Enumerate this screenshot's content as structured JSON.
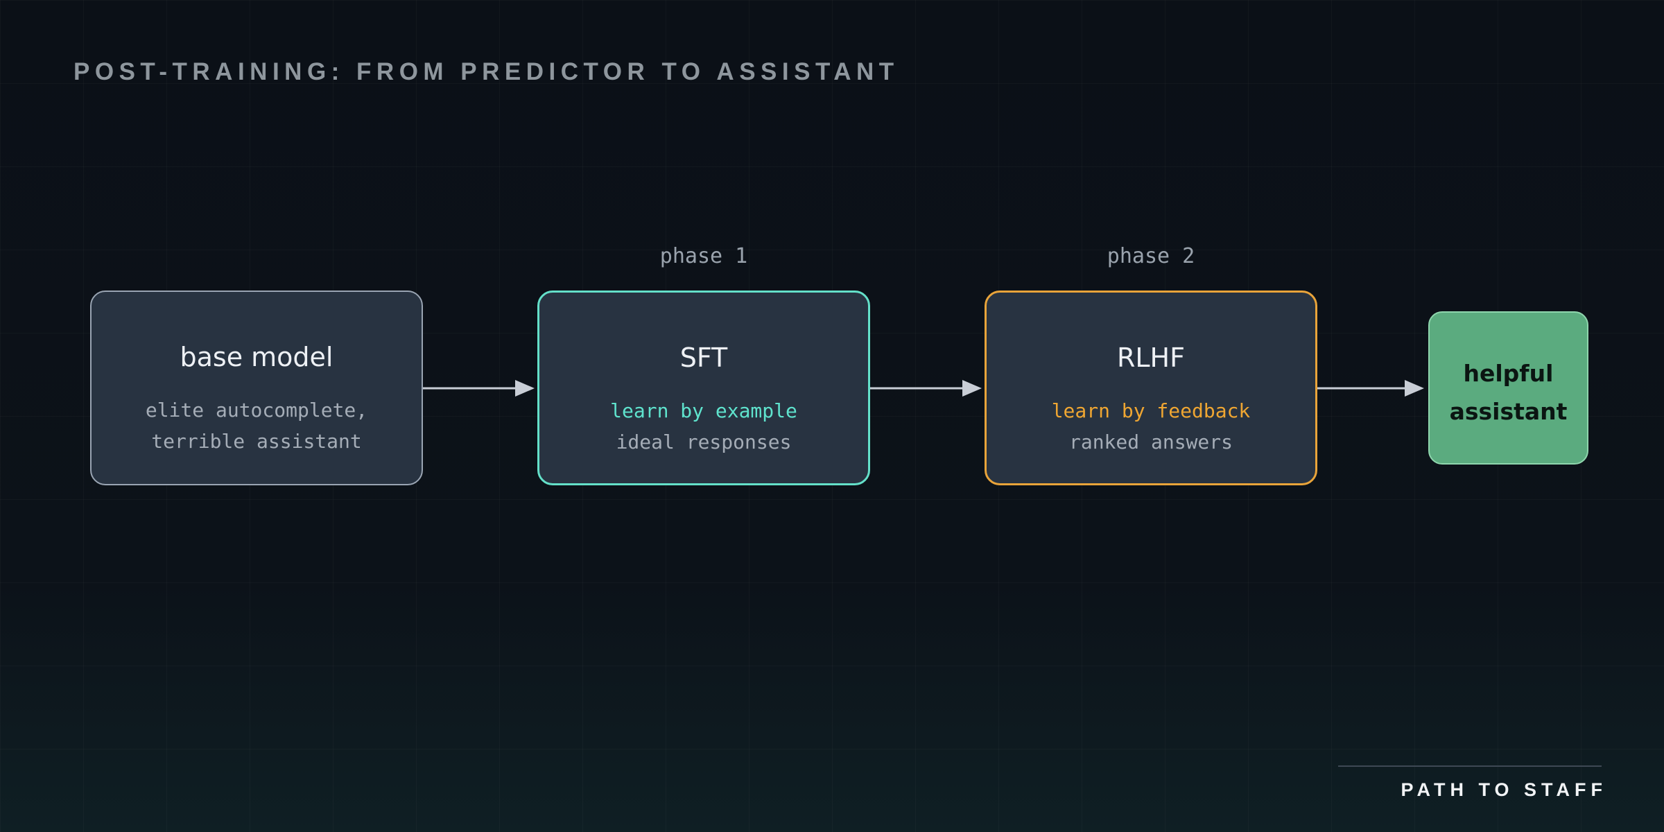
{
  "title": "POST-TRAINING: FROM PREDICTOR TO ASSISTANT",
  "phases": [
    {
      "label": "phase 1"
    },
    {
      "label": "phase 2"
    }
  ],
  "nodes": {
    "base": {
      "title": "base model",
      "line1": "elite autocomplete,",
      "line2": "terrible assistant"
    },
    "sft": {
      "title": "SFT",
      "line1": "learn by example",
      "line2": "ideal responses"
    },
    "rlhf": {
      "title": "RLHF",
      "line1": "learn by feedback",
      "line2": "ranked answers"
    },
    "assistant": {
      "line1": "helpful",
      "line2": "assistant"
    }
  },
  "footer": {
    "brand": "PATH TO STAFF"
  },
  "colors": {
    "background": "#0b1017",
    "node_fill": "#283341",
    "base_border": "#9aa5b3",
    "sft_accent": "#64e0c9",
    "rlhf_accent": "#e9a43a",
    "assistant_fill": "#5bab7f",
    "arrow": "#c9ced6"
  }
}
